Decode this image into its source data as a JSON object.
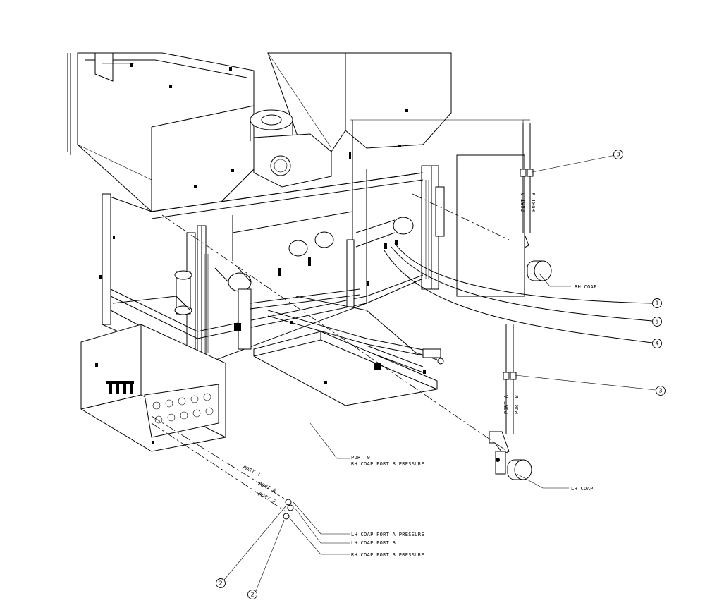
{
  "callouts": {
    "c1": "1",
    "c2a": "2",
    "c2b": "2",
    "c3a": "3",
    "c3b": "3",
    "c4": "4",
    "c5": "5"
  },
  "labels": {
    "rh_coap": "RH COAP",
    "lh_coap": "LH COAP",
    "port9_line1": "PORT 9",
    "port9_line2": "RH COAP PORT B PRESSURE",
    "lh_port_a_pressure": "LH COAP PORT A PRESSURE",
    "lh_port_b": "LH COAP PORT B",
    "rh_port_b_pressure": "RH COAP PORT B PRESSURE"
  },
  "hose_labels": {
    "rh_port_a": "PORT A",
    "rh_port_b": "PORT B",
    "lh_port_a": "PORT A",
    "lh_port_b": "PORT B",
    "port1": "PORT 1",
    "port8": "PORT 8",
    "port9": "PORT 9"
  }
}
